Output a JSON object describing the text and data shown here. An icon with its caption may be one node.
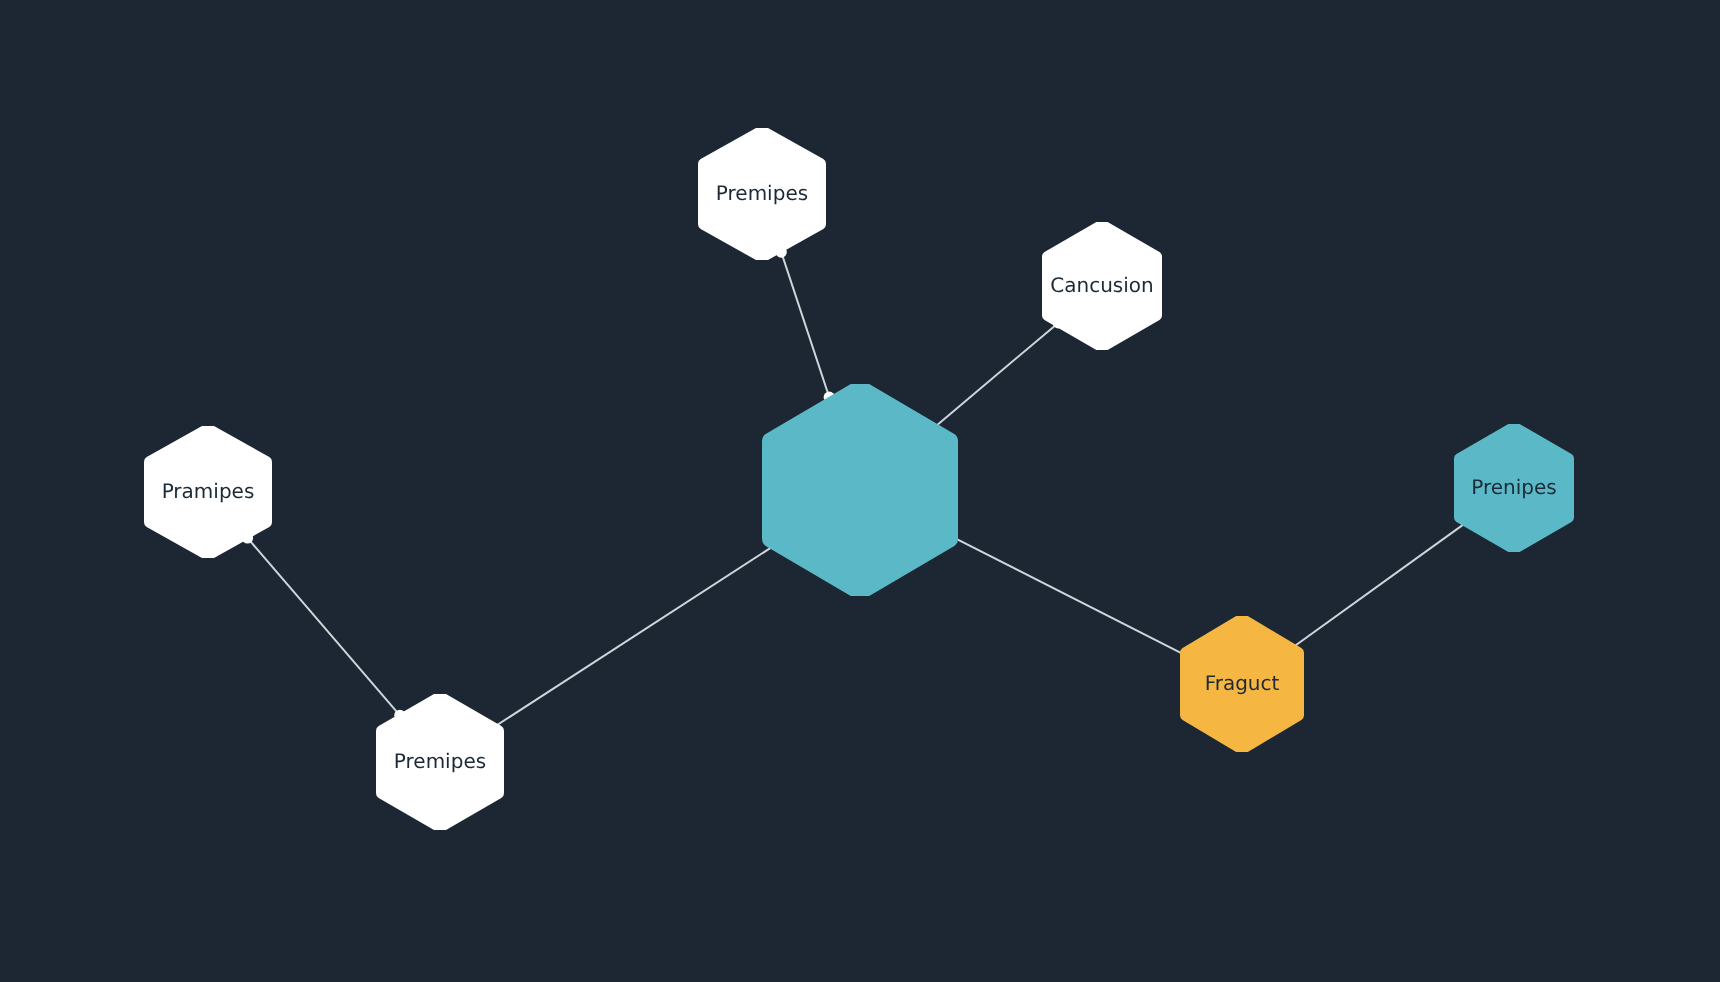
{
  "diagram": {
    "nodes": [
      {
        "text": [
          "Premipes"
        ]
      },
      {
        "text": [
          "Cancusion"
        ]
      },
      {
        "text": [],
        "shape": "hexagon"
      },
      {
        "text": [
          "Pramipes"
        ]
      },
      {
        "text": [
          "Premipes"
        ]
      },
      {
        "text": [
          "Fraguct"
        ]
      },
      {
        "text": [
          "Prenipes"
        ]
      }
    ],
    "edges": [
      {
        "from": 0,
        "to": 2,
        "arrow": "other"
      },
      {
        "from": 1,
        "to": 2,
        "arrow": "other"
      },
      {
        "from": 3,
        "to": 4,
        "arrow": "other"
      },
      {
        "from": 4,
        "to": 2,
        "arrow": "other"
      },
      {
        "from": 2,
        "to": 5,
        "arrow": "other"
      },
      {
        "from": 5,
        "to": 6,
        "arrow": "other"
      }
    ]
  }
}
